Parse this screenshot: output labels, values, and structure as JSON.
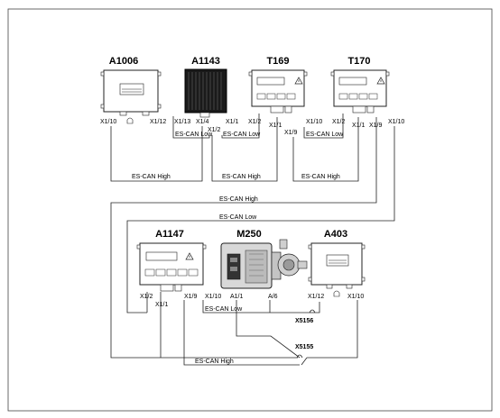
{
  "components": {
    "a1006": {
      "title": "A1006",
      "x1_10": "X1/10",
      "x1_12": "X1/12"
    },
    "a1143": {
      "title": "A1143",
      "x1_13": "X1/13",
      "x1_4": "X1/4",
      "x1_2": "X1/2"
    },
    "t169": {
      "title": "T169",
      "x1_1": "X1/1",
      "x1_2": "X1/2",
      "x1_1b": "X1/1",
      "x1_9": "X1/9",
      "x1_10": "X1/10"
    },
    "t170": {
      "title": "T170",
      "x1_2": "X1/2",
      "x1_1": "X1/1",
      "x1_9": "X1/9",
      "x1_10": "X1/10"
    },
    "a1147": {
      "title": "A1147",
      "x1_2": "X1/2",
      "x1_1": "X1/1",
      "x1_9": "X1/9",
      "x1_10": "X1/10"
    },
    "m250": {
      "title": "M250",
      "a1_1": "A1/1",
      "a_6": "A/6"
    },
    "a403": {
      "title": "A403",
      "x1_12": "X1/12",
      "x1_10": "X1/10"
    }
  },
  "wires": {
    "low1": "ES-CAN Low",
    "low2": "ES-CAN Low",
    "low3": "ES-CAN Low",
    "high1": "ES-CAN High",
    "high2": "ES-CAN High",
    "high3": "ES-CAN High",
    "high_long": "ES-CAN High",
    "low_long": "ES-CAN Low",
    "low_bottom": "ES-CAN Low",
    "high_bottom": "ES-CAN High"
  },
  "connectors": {
    "x5156": "X5156",
    "x5155": "X5155"
  },
  "icons": [
    "warning-icon",
    "connector-icon"
  ]
}
